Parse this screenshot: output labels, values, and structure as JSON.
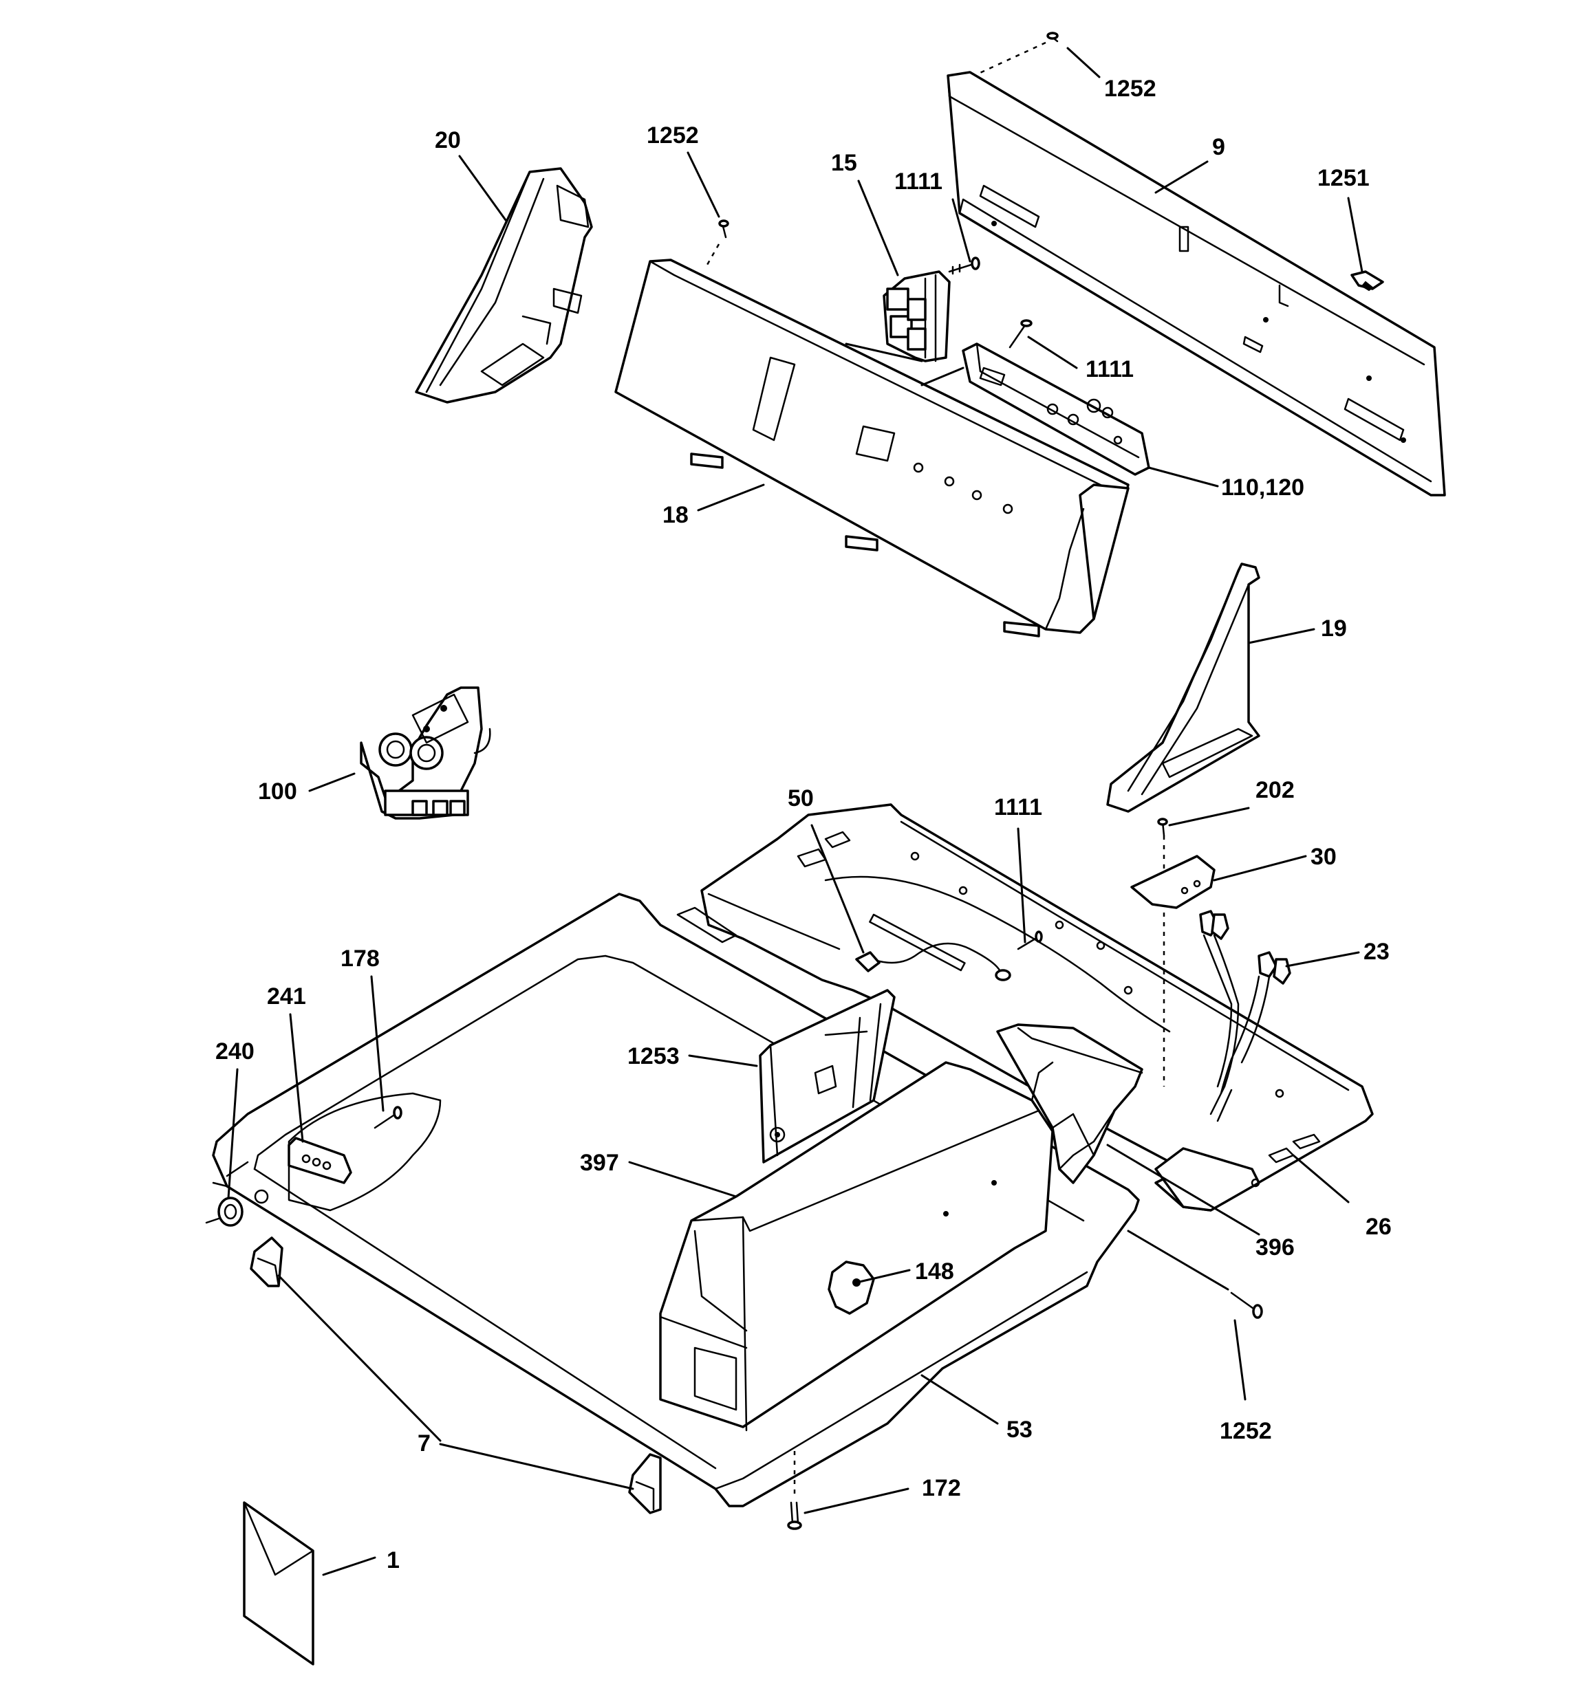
{
  "diagram": {
    "type": "exploded-parts-view",
    "callouts": {
      "p1252_top": "1252",
      "p9": "9",
      "p1251": "1251",
      "p20": "20",
      "p1252_mid": "1252",
      "p15": "15",
      "p1111_a": "1111",
      "p1111_b": "1111",
      "p110_120": "110,120",
      "p18": "18",
      "p19": "19",
      "p100": "100",
      "p50": "50",
      "p1111_c": "1111",
      "p202": "202",
      "p30": "30",
      "p23": "23",
      "p178": "178",
      "p241": "241",
      "p240": "240",
      "p1253": "1253",
      "p397": "397",
      "p396": "396",
      "p26": "26",
      "p148": "148",
      "p1252_bottom": "1252",
      "p7": "7",
      "p53": "53",
      "p172": "172",
      "p1": "1"
    }
  }
}
